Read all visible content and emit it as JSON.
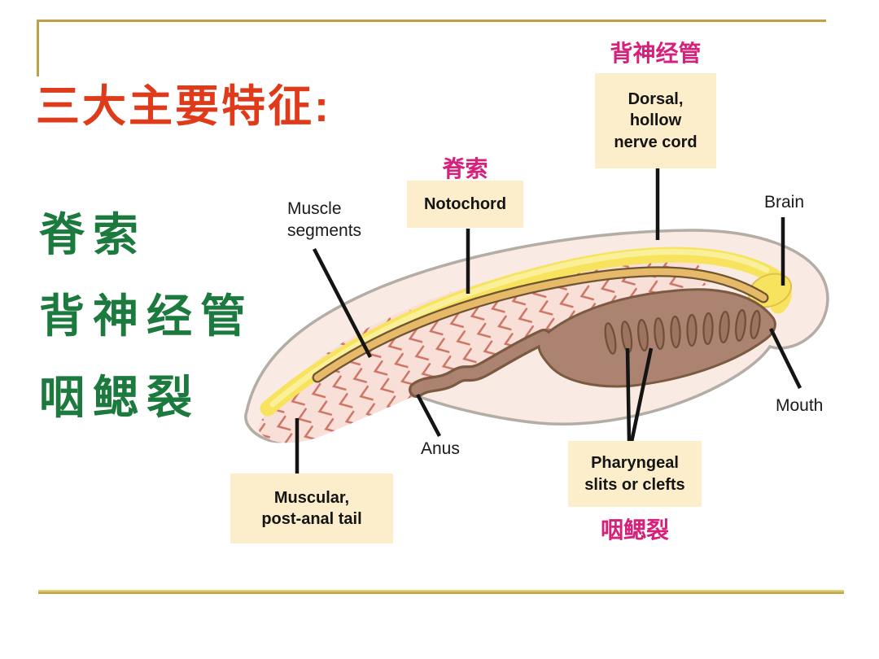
{
  "slide": {
    "title": "三大主要特征:",
    "key_terms": [
      {
        "label": "脊索"
      },
      {
        "label": "背神经管"
      },
      {
        "label": "咽鳃裂"
      }
    ]
  },
  "diagram": {
    "chinese_labels": {
      "nerve_cord": "背神经管",
      "notochord": "脊索",
      "pharyngeal": "咽鳃裂"
    },
    "callout_boxes": {
      "dorsal": "Dorsal,\nhollow\nnerve cord",
      "notochord": "Notochord",
      "muscular_tail": "Muscular,\npost-anal tail",
      "pharyngeal": "Pharyngeal\nslits or clefts"
    },
    "plain_labels": {
      "muscle_segments": "Muscle\nsegments",
      "brain": "Brain",
      "mouth": "Mouth",
      "anus": "Anus"
    }
  },
  "colors": {
    "title_red": "#df3b1b",
    "term_green": "#1d7a3f",
    "label_magenta": "#d6217b",
    "frame_gold": "#bfa044",
    "callout_cream": "#fcedcb",
    "body_outline_gray": "#b3ada5",
    "body_fill_pink": "#f9ebe4",
    "nerve_cord_yellow": "#f7e35e",
    "notochord_tan": "#e7ba69",
    "gut_brown": "#ab8370",
    "muscle_chevron_red": "#ce7464"
  }
}
